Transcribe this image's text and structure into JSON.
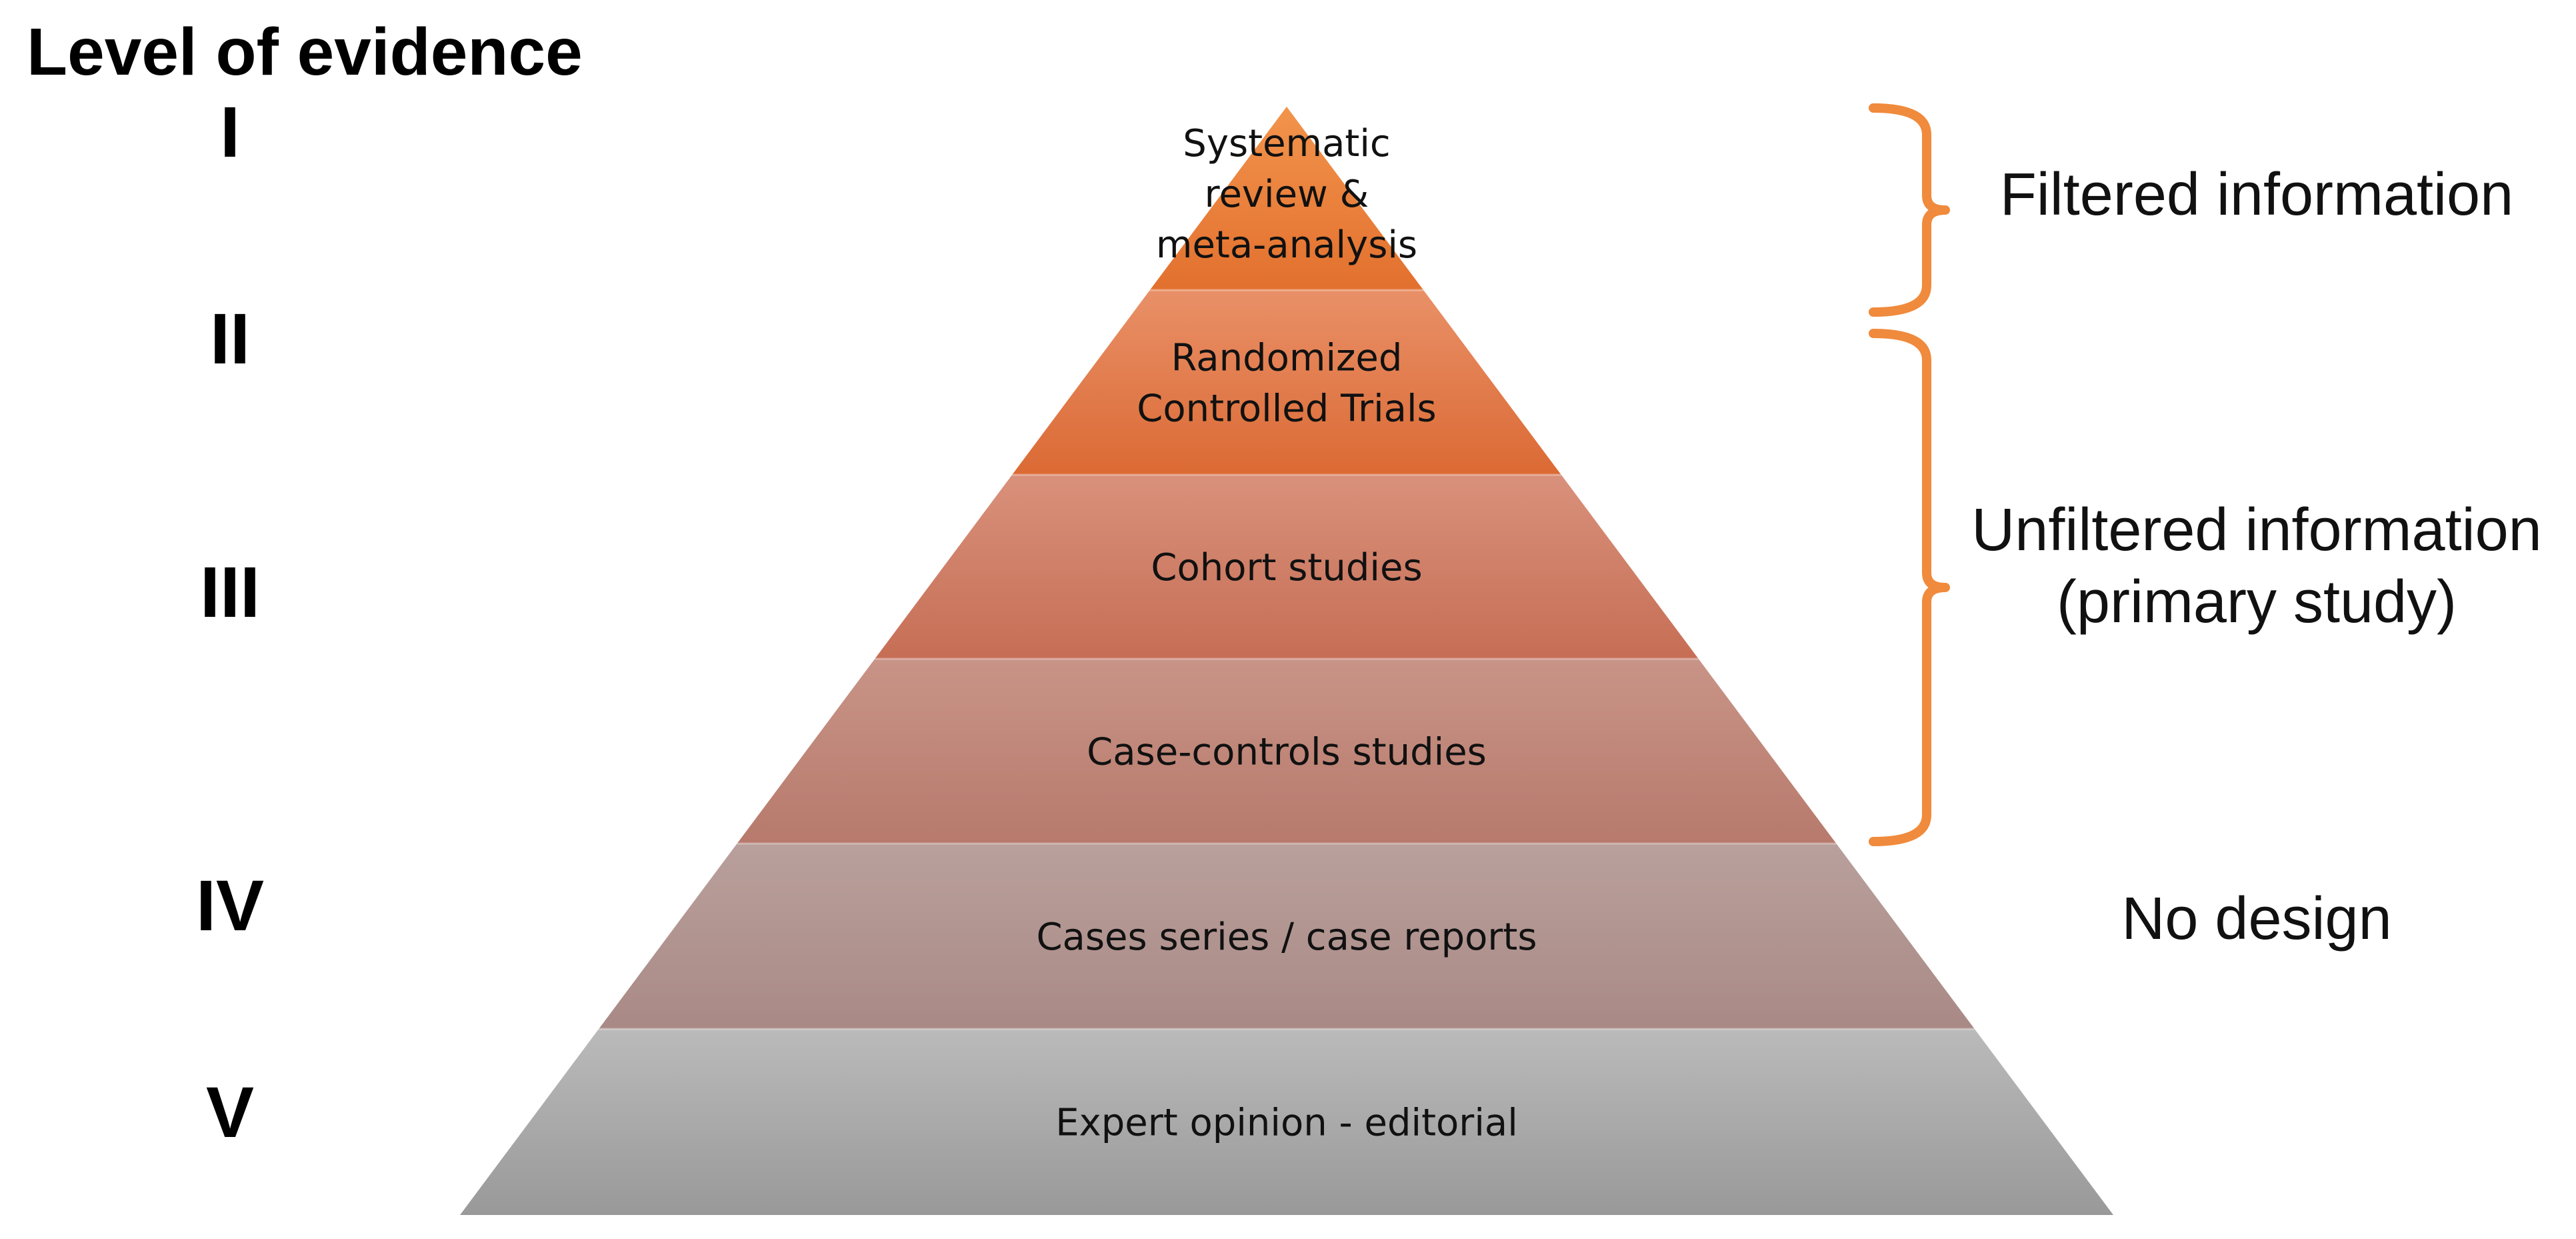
{
  "title": "Level of evidence",
  "levels": [
    {
      "numeral": "I",
      "tiers": [
        0
      ]
    },
    {
      "numeral": "II",
      "tiers": [
        1
      ]
    },
    {
      "numeral": "III",
      "tiers": [
        2,
        3
      ]
    },
    {
      "numeral": "IV",
      "tiers": [
        4
      ]
    },
    {
      "numeral": "V",
      "tiers": [
        5
      ]
    }
  ],
  "tiers": [
    {
      "lines": [
        "Systematic",
        "review &",
        "meta-analysis"
      ],
      "color_top": "#F2944C",
      "color_bottom": "#E2702E"
    },
    {
      "lines": [
        "Randomized",
        "Controlled Trials"
      ],
      "color_top": "#E99068",
      "color_bottom": "#DB6A34"
    },
    {
      "lines": [
        "Cohort studies"
      ],
      "color_top": "#D9917B",
      "color_bottom": "#C66E55"
    },
    {
      "lines": [
        "Case-controls studies"
      ],
      "color_top": "#C89487",
      "color_bottom": "#B77A6C"
    },
    {
      "lines": [
        "Cases series / case reports"
      ],
      "color_top": "#B9A09C",
      "color_bottom": "#A98985"
    },
    {
      "lines": [
        "Expert opinion - editorial"
      ],
      "color_top": "#BABABA",
      "color_bottom": "#999999"
    }
  ],
  "groups": [
    {
      "lines": [
        "Filtered information"
      ],
      "tiers": [
        0
      ],
      "bracket": true
    },
    {
      "lines": [
        "Unfiltered information",
        "(primary study)"
      ],
      "tiers": [
        1,
        2,
        3
      ],
      "bracket": true
    },
    {
      "lines": [
        "No design"
      ],
      "tiers": [
        4
      ],
      "bracket": false
    }
  ],
  "bracket_color": "#F08A3C"
}
